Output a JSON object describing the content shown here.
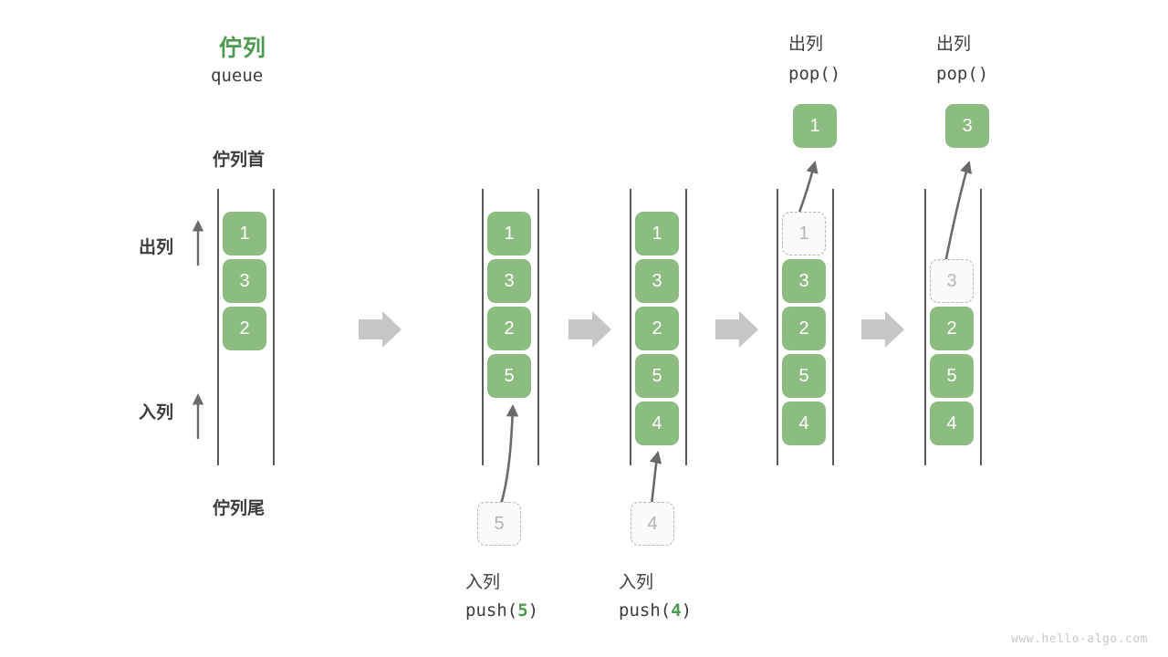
{
  "diagram": {
    "title_cn": "佇列",
    "title_en": "queue",
    "head_label": "佇列首",
    "tail_label": "佇列尾",
    "dequeue_label": "出列",
    "enqueue_label": "入列",
    "watermark": "www.hello-algo.com",
    "colors": {
      "element": "#8cbc80",
      "accent": "#4e9a51",
      "ghost_border": "#b4b4b4",
      "rail": "#5a5a5a",
      "flow_arrow": "#c6c6c6",
      "text": "#3c3c3c"
    }
  },
  "stages": [
    {
      "id": "initial",
      "elements": [
        "1",
        "3",
        "2"
      ],
      "ghost": null,
      "incoming": null,
      "popped": null,
      "caption_cn": "",
      "caption_code": ""
    },
    {
      "id": "push-5",
      "elements": [
        "1",
        "3",
        "2",
        "5"
      ],
      "ghost": null,
      "incoming": "5",
      "popped": null,
      "caption_cn": "入列",
      "caption_code": "push(5)",
      "caption_code_pre": "push(",
      "caption_code_num": "5",
      "caption_code_post": ")"
    },
    {
      "id": "push-4",
      "elements": [
        "1",
        "3",
        "2",
        "5",
        "4"
      ],
      "ghost": null,
      "incoming": "4",
      "popped": null,
      "caption_cn": "入列",
      "caption_code": "push(4)",
      "caption_code_pre": "push(",
      "caption_code_num": "4",
      "caption_code_post": ")"
    },
    {
      "id": "pop-1",
      "elements": [
        "3",
        "2",
        "5",
        "4"
      ],
      "ghost": "1",
      "incoming": null,
      "popped": "1",
      "caption_cn": "出列",
      "caption_code": "pop()"
    },
    {
      "id": "pop-3",
      "elements": [
        "2",
        "5",
        "4"
      ],
      "ghost": "3",
      "incoming": null,
      "popped": "3",
      "caption_cn": "出列",
      "caption_code": "pop()"
    }
  ],
  "flow_arrows": 4
}
